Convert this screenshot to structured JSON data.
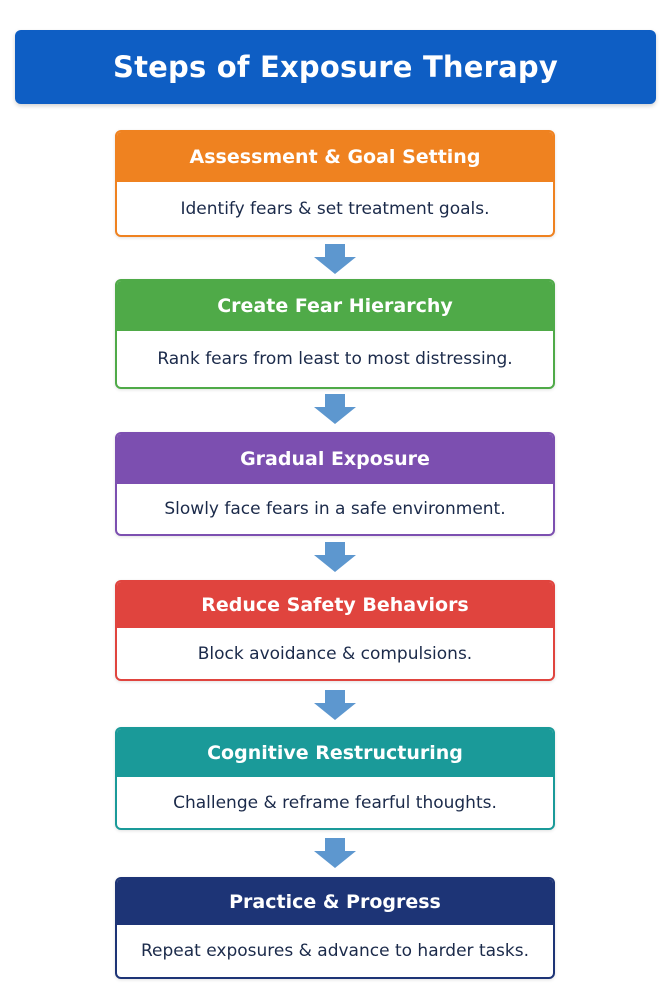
{
  "title": "Steps of Exposure Therapy",
  "steps": [
    {
      "title": "Assessment & Goal Setting",
      "description": "Identify fears & set treatment goals.",
      "color": "#ef8220"
    },
    {
      "title": "Create Fear Hierarchy",
      "description": "Rank fears from least to most distressing.",
      "color": "#4faa48"
    },
    {
      "title": "Gradual Exposure",
      "description": "Slowly face fears in a safe environment.",
      "color": "#7c4fb0"
    },
    {
      "title": "Reduce Safety Behaviors",
      "description": "Block avoidance & compulsions.",
      "color": "#e0443e"
    },
    {
      "title": "Cognitive Restructuring",
      "description": "Challenge & reframe fearful thoughts.",
      "color": "#1a9a99"
    },
    {
      "title": "Practice & Progress",
      "description": "Repeat exposures & advance to harder tasks.",
      "color": "#1d3476"
    }
  ],
  "arrow_color": "#5d97cf"
}
